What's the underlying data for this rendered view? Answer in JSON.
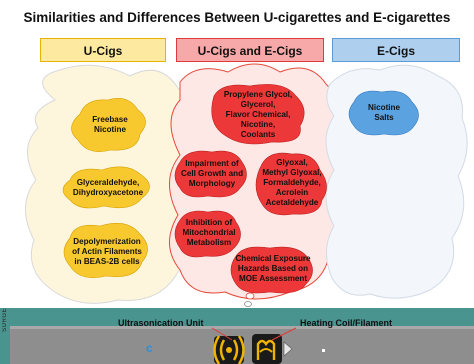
{
  "title": "Similarities and Differences Between U-cigarettes and E-cigarettes",
  "headers": {
    "u_cigs": "U-Cigs",
    "both": "U-Cigs and E-Cigs",
    "e_cigs": "E-Cigs"
  },
  "u_cigs_items": [
    "Freebase\nNicotine",
    "Glyceraldehyde,\nDihydroxyacetone",
    "Depolymerization\nof Actin Filaments\nin BEAS-2B cells"
  ],
  "both_items": [
    "Propylene Glycol,\nGlycerol,\nFlavor Chemical,\nNicotine,\nCoolants",
    "Impairment of\nCell Growth and\nMorphology",
    "Glyoxal,\nMethyl Glyoxal,\nFormaldehyde,\nAcrolein\nAcetaldehyde",
    "Inhibition of\nMitochondrial\nMetabolism",
    "Chemical Exposure\nHazards Based on\nMOE Assessment"
  ],
  "e_cigs_items": [
    "Nicotine\nSalts"
  ],
  "device_labels": {
    "ultrasonication": "Ultrasonication Unit",
    "heating": "Heating Coil/Filament"
  },
  "side_text": "SURGE",
  "colors": {
    "panel_bg": "#ffffff",
    "u_header": "#fde9a0",
    "u_border": "#e7b300",
    "u_blob": "#f8c92e",
    "both_header": "#f7a8a8",
    "both_border": "#e03b3b",
    "both_blob": "#ec3838",
    "e_header": "#aed0ee",
    "e_border": "#5b9bd5",
    "e_blob": "#5aa2e0",
    "device_bar": "#8e8e8e",
    "bottom_bg": "#4a9490"
  }
}
